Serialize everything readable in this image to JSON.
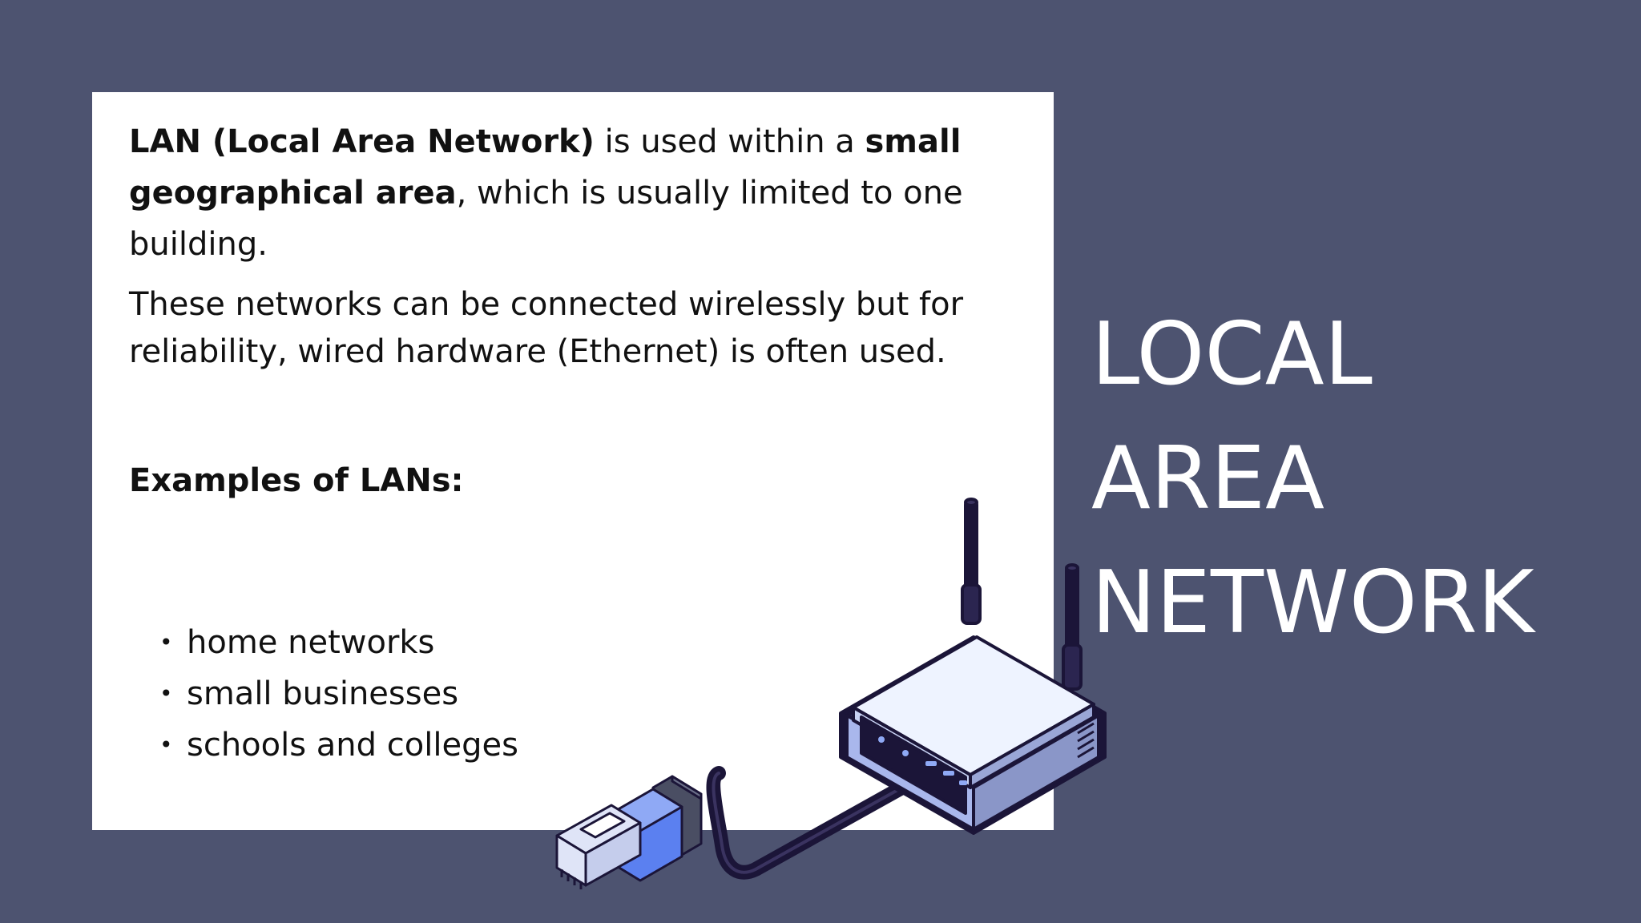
{
  "slide": {
    "title_line1": "LOCAL AREA",
    "title_line2": "NETWORK",
    "colors": {
      "background": "#4d5370",
      "card": "#ffffff",
      "text": "#111111",
      "title": "#ffffff",
      "accent_blue": "#5b80f0",
      "dark_navy": "#1b1538"
    }
  },
  "content": {
    "p1_bold_a": "LAN (Local Area Network)",
    "p1_text_a": " is used within a ",
    "p1_bold_b": "small geographical area",
    "p1_text_b": ", which is usually limited to one building.",
    "p2": "These networks can be connected wirelessly but for reliability, wired hardware (Ethernet) is often used.",
    "examples_heading": "Examples of LANs:",
    "examples": [
      "home networks",
      "small businesses",
      "schools and colleges"
    ],
    "bullet": "•"
  },
  "illustration": {
    "router_icon": "wifi-router-icon",
    "cable_icon": "ethernet-cable-icon",
    "connector_icon": "rj45-connector-icon"
  }
}
